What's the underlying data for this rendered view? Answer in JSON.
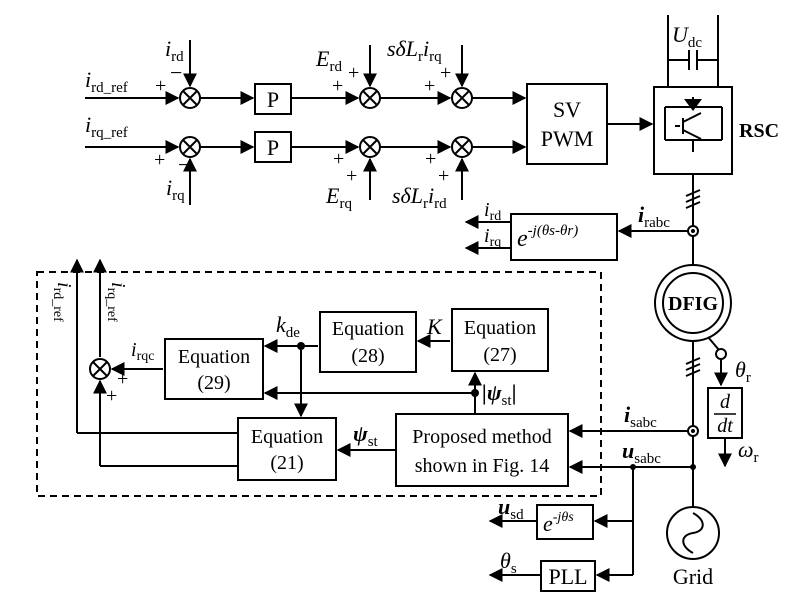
{
  "blocks": {
    "p1": "P",
    "p2": "P",
    "svpwm_line1": "SV",
    "svpwm_line2": "PWM",
    "rsc": "RSC",
    "dfig": "DFIG",
    "eq28_line1": "Equation",
    "eq28_line2": "(28)",
    "eq27_line1": "Equation",
    "eq27_line2": "(27)",
    "eq29_line1": "Equation",
    "eq29_line2": "(29)",
    "eq21_line1": "Equation",
    "eq21_line2": "(21)",
    "proposed_line1": "Proposed method",
    "proposed_line2": "shown in Fig. 14",
    "pll": "PLL",
    "grid": "Grid"
  },
  "signals": {
    "i_rd_ref": {
      "base": "i",
      "sub": "rd_ref"
    },
    "i_rq_ref": {
      "base": "i",
      "sub": "rq_ref"
    },
    "i_rd_fb": {
      "base": "i",
      "sub": "rd"
    },
    "i_rq_fb": {
      "base": "i",
      "sub": "rq"
    },
    "e_rd": {
      "base": "E",
      "sub": "rd"
    },
    "e_rq": {
      "base": "E",
      "sub": "rq"
    },
    "u_dc": {
      "base": "U",
      "sub": "dc"
    },
    "i_rabc": {
      "base": "i",
      "sub": "rabc"
    },
    "i_rd_out": {
      "base": "i",
      "sub": "rd"
    },
    "i_rq_out": {
      "base": "i",
      "sub": "rq"
    },
    "theta_r": {
      "base": "θ",
      "sub": "r"
    },
    "omega_r": {
      "base": "ω",
      "sub": "r"
    },
    "i_sabc": {
      "base": "i",
      "sub": "sabc"
    },
    "u_sabc": {
      "base": "u",
      "sub": "sabc"
    },
    "u_sd": {
      "base": "u",
      "sub": "sd"
    },
    "theta_s": {
      "base": "θ",
      "sub": "s"
    },
    "k_de": {
      "base": "k",
      "sub": "de"
    },
    "k": {
      "base": "K",
      "sub": ""
    },
    "i_rqc": {
      "base": "i",
      "sub": "rqc"
    },
    "psi_st": {
      "base": "ψ",
      "sub": "st"
    },
    "psi_abs": {
      "base": "|ψ",
      "sub": "st",
      "tail": "|"
    },
    "cross_q": {
      "pre": "sδL",
      "sub1": "r",
      "mid": "i",
      "sub2": "rq"
    },
    "cross_d": {
      "pre": "sδL",
      "sub1": "r",
      "mid": "i",
      "sub2": "rd"
    }
  },
  "signs": {
    "plus": "+",
    "minus": "−"
  },
  "math": {
    "rot_r_base": "e",
    "rot_r_exp": "-j(θs-θr)",
    "rot_s_base": "e",
    "rot_s_exp": "-jθs",
    "deriv_num": "d",
    "deriv_den": "dt"
  }
}
